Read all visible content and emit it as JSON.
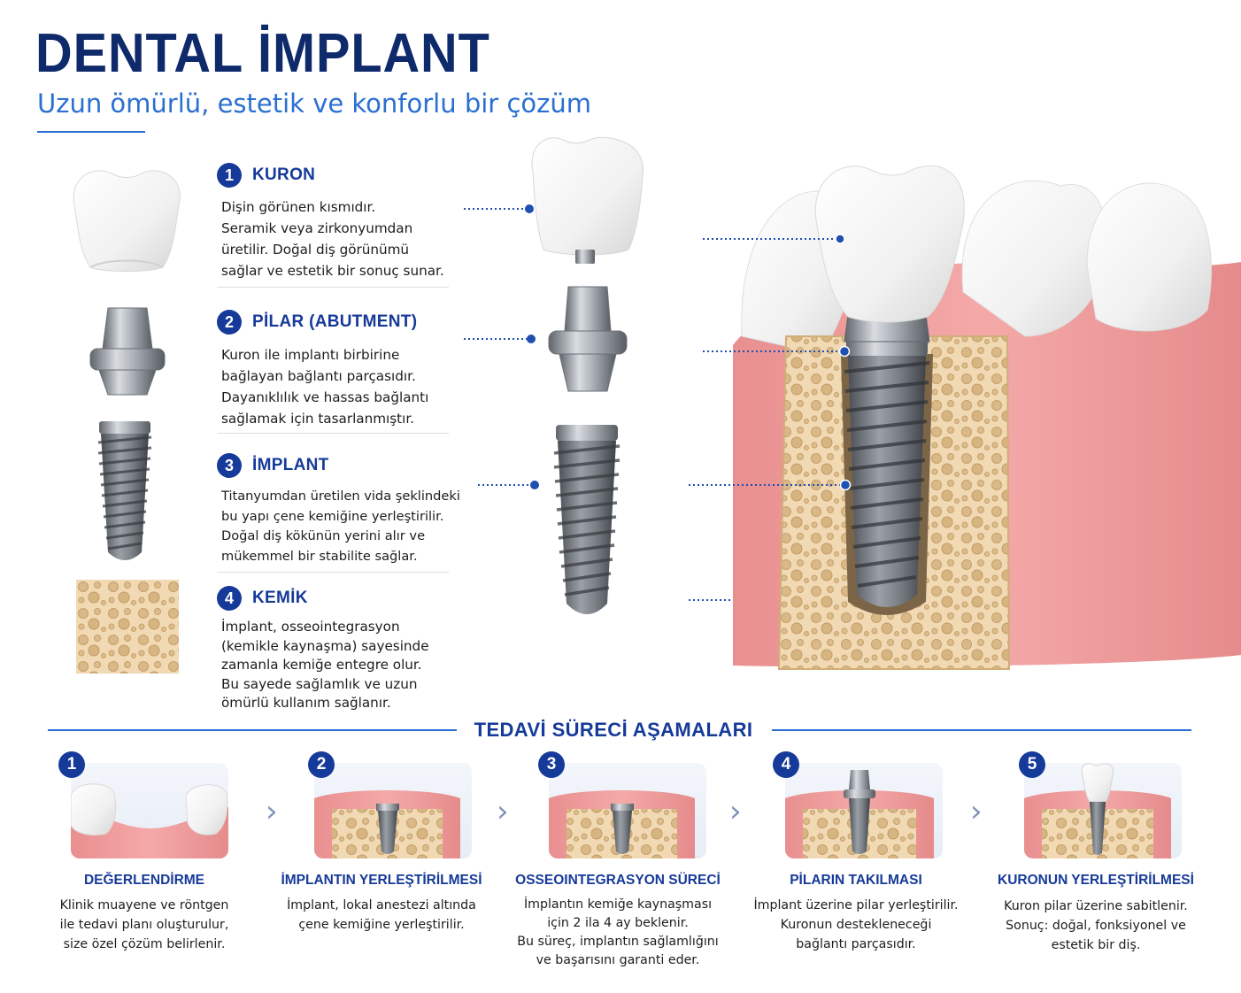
{
  "header": {
    "title": "DENTAL İMPLANT",
    "subtitle": "Uzun ömürlü, estetik ve konforlu bir çözüm"
  },
  "components": [
    {
      "number": "1",
      "title": "KURON",
      "description": "Dişin görünen kısmıdır.\nSeramik veya zirkonyumdan\nüretilir. Doğal diş görünümü\nsağlar ve estetik bir sonuç sunar.",
      "icon": "crown-icon"
    },
    {
      "number": "2",
      "title": "PİLAR (ABUTMENT)",
      "description": "Kuron ile implantı birbirine\nbağlayan bağlantı parçasıdır.\nDayanıklılık ve hassas bağlantı\nsağlamak için tasarlanmıştır.",
      "icon": "abutment-icon"
    },
    {
      "number": "3",
      "title": "İMPLANT",
      "description": "Titanyumdan üretilen vida şeklindeki\nbu yapı çene kemiğine yerleştirilir.\nDoğal diş kökünün yerini alır ve\nmükemmel bir stabilite sağlar.",
      "icon": "implant-screw-icon"
    },
    {
      "number": "4",
      "title": "KEMİK",
      "description": "İmplant, osseointegrasyon\n(kemikle kaynaşma) sayesinde\nzamanla kemiğe entegre olur.\nBu sayede sağlamlık ve uzun\nömürlü kullanım sağlanır.",
      "icon": "bone-icon"
    }
  ],
  "process": {
    "title": "TEDAVİ SÜRECİ AŞAMALARI",
    "stages": [
      {
        "number": "1",
        "title": "DEĞERLENDİRME",
        "description": "Klinik muayene ve röntgen\nile tedavi planı oluşturulur,\nsize özel çözüm belirlenir."
      },
      {
        "number": "2",
        "title": "İMPLANTIN YERLEŞTİRİLMESİ",
        "description": "İmplant, lokal anestezi altında\nçene kemiğine yerleştirilir."
      },
      {
        "number": "3",
        "title": "OSSEOINTEGRASYON SÜRECİ",
        "description": "İmplantın kemiğe kaynaşması\niçin 2 ila 4 ay beklenir.\nBu süreç, implantın sağlamlığını\nve başarısını garanti eder."
      },
      {
        "number": "4",
        "title": "PİLARIN TAKILMASI",
        "description": "İmplant üzerine pilar yerleştirilir.\nKuronun destekleneceği\nbağlantı parçasıdır."
      },
      {
        "number": "5",
        "title": "KURONUN YERLEŞTİRİLMESİ",
        "description": "Kuron pilar üzerine sabitlenir.\nSonuç: doğal, fonksiyonel ve\nestetik bir diş."
      }
    ],
    "arrow_glyph": "›"
  },
  "colors": {
    "title": "#0f2a6b",
    "accent": "#2a6fd1",
    "badge": "#163a9a",
    "gum": "#ef9a9a",
    "bone": "#efd7b1",
    "metal": "#8e949c"
  }
}
